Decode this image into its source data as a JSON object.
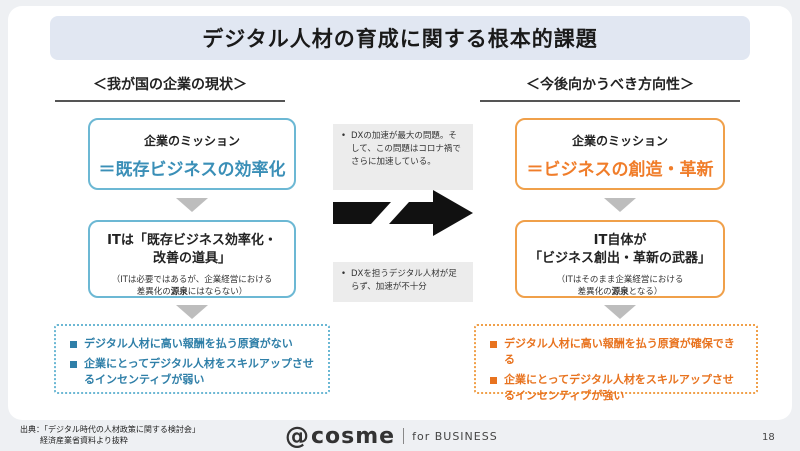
{
  "title": "デジタル人材の育成に関する根本的課題",
  "left": {
    "heading": "＜我が国の企業の現状＞",
    "mission_head": "企業のミッション",
    "mission_main": "＝既存ビジネスの効率化",
    "it_line1": "ITは「既存ビジネス効率化・",
    "it_line2": "改善の道具」",
    "it_note1": "（ITは必要ではあるが、企業経営における",
    "it_note2a": "差異化の",
    "it_note2b": "源泉",
    "it_note2c": "にはならない）",
    "bullets": [
      "デジタル人材に高い報酬を払う原資がない",
      "企業にとってデジタル人材をスキルアップさせるインセンティブが弱い"
    ]
  },
  "right": {
    "heading": "＜今後向かうべき方向性＞",
    "mission_head": "企業のミッション",
    "mission_main": "＝ビジネスの創造・革新",
    "it_line1": "IT自体が",
    "it_line2": "「ビジネス創出・革新の武器」",
    "it_note1": "（ITはそのまま企業経営における",
    "it_note2a": "差異化の",
    "it_note2b": "源泉",
    "it_note2c": "となる）",
    "bullets": [
      "デジタル人材に高い報酬を払う原資が確保できる",
      "企業にとってデジタル人材をスキルアップさせるインセンティブが強い"
    ]
  },
  "middle": {
    "note_top": "DXの加速が最大の問題。そして、この問題はコロナ禍でさらに加速している。",
    "note_bottom": "DXを担うデジタル人材が足らず、加速が不十分"
  },
  "footer": {
    "source_line1": "出典：「デジタル時代の人材政策に関する検討会」",
    "source_line2": "経済産業省資料より抜粋",
    "logo_at": "@",
    "logo_text": "cosme",
    "logo_sub": "for BUSINESS",
    "page_number": "18"
  },
  "colors": {
    "blue": "#3a8fb7",
    "orange": "#f07d2a",
    "title_bg": "#e1e7f2"
  }
}
